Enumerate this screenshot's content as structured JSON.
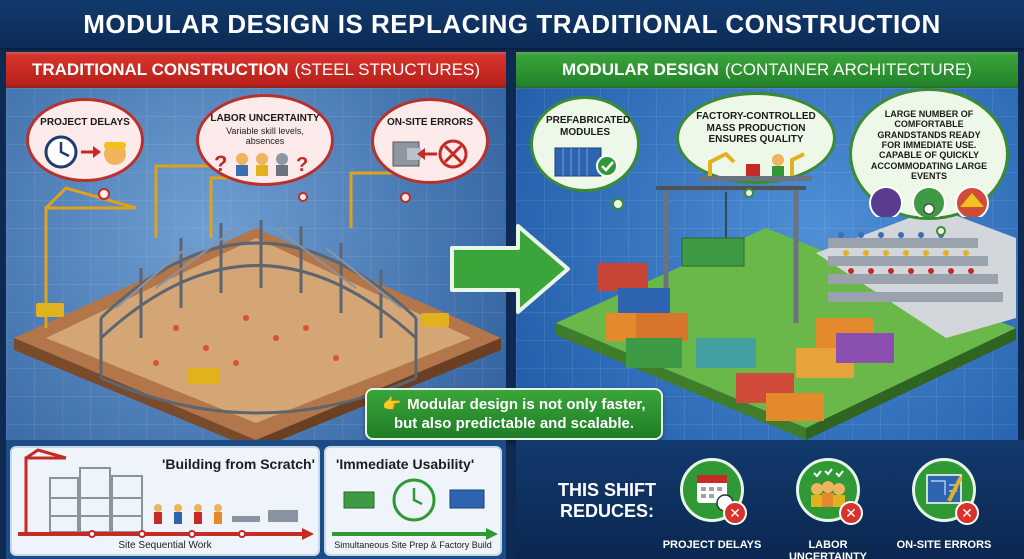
{
  "title": "MODULAR DESIGN IS REPLACING TRADITIONAL CONSTRUCTION",
  "left": {
    "heading": "TRADITIONAL CONSTRUCTION",
    "heading_sub": "(STEEL STRUCTURES)",
    "bubbles": [
      {
        "title": "PROJECT DELAYS",
        "sub": ""
      },
      {
        "title": "LABOR UNCERTAINTY",
        "sub": "Variable skill levels, absences"
      },
      {
        "title": "ON-SITE ERRORS",
        "sub": ""
      }
    ]
  },
  "right": {
    "heading": "MODULAR DESIGN",
    "heading_sub": "(CONTAINER ARCHITECTURE)",
    "bubbles": [
      {
        "title": "PREFABRICATED MODULES"
      },
      {
        "title": "FACTORY-CONTROLLED MASS PRODUCTION ENSURES QUALITY"
      },
      {
        "title": "LARGE NUMBER OF COMFORTABLE GRANDSTANDS READY FOR IMMEDIATE USE. CAPABLE OF QUICKLY ACCOMMODATING LARGE EVENTS"
      }
    ]
  },
  "callout": {
    "pointer": "👉",
    "line1": "Modular design is not only faster,",
    "line2": "but also predictable and scalable."
  },
  "flow": {
    "scratch_title": "'Building from Scratch'",
    "scratch_caption": "Site Sequential Work",
    "usability_title": "'Immediate Usability'",
    "usability_caption": "Simultaneous Site Prep & Factory Build"
  },
  "reduces": {
    "line1": "THIS SHIFT",
    "line2": "REDUCES:",
    "items": [
      "PROJECT DELAYS",
      "LABOR UNCERTAINTY",
      "ON-SITE ERRORS"
    ]
  },
  "colors": {
    "traditional_red": "#c62a24",
    "modular_green": "#2f9a35",
    "navy": "#0e2a52"
  }
}
